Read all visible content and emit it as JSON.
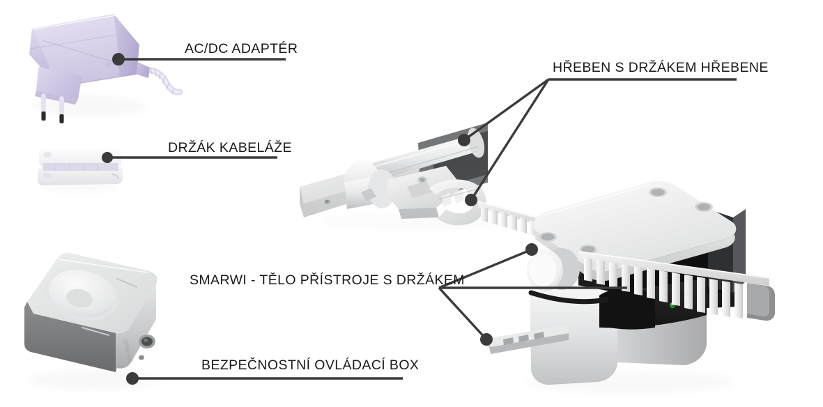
{
  "diagram": {
    "title": "SMARWI components exploded diagram",
    "background_color": "#ffffff",
    "label_color": "#1a1a1a",
    "leader_color": "#3b3b3b",
    "labels": [
      {
        "id": "adapter",
        "text": "AC/DC ADAPTÉR"
      },
      {
        "id": "cable",
        "text": "DRŽÁK KABELÁŽE"
      },
      {
        "id": "rack",
        "text": "HŘEBEN S DRŽÁKEM HŘEBENE"
      },
      {
        "id": "body",
        "text": "SMARWI - TĚLO PŘÍSTROJE S DRŽÁKEM"
      },
      {
        "id": "box",
        "text": "BEZPEČNOSTNÍ OVLÁDACÍ BOX"
      }
    ],
    "parts": [
      {
        "id": "adapter",
        "name": "AC/DC power adapter with EU plug prongs and cable",
        "accent": "#cfc6e4"
      },
      {
        "id": "cable-holder",
        "name": "Cable management clip",
        "accent": "#d7d2e6"
      },
      {
        "id": "control-box",
        "name": "Safety control box with round button and jack",
        "accent": "#6e6e6e"
      },
      {
        "id": "rack",
        "name": "Toothed rack with rack holder bracket",
        "accent": "#e8e8e8"
      },
      {
        "id": "smarwi-body",
        "name": "SMARWI device body with mounting plate",
        "accent": "#f2f2f2"
      }
    ],
    "indicator": {
      "name": "status-led",
      "color": "#2f7d32"
    }
  }
}
